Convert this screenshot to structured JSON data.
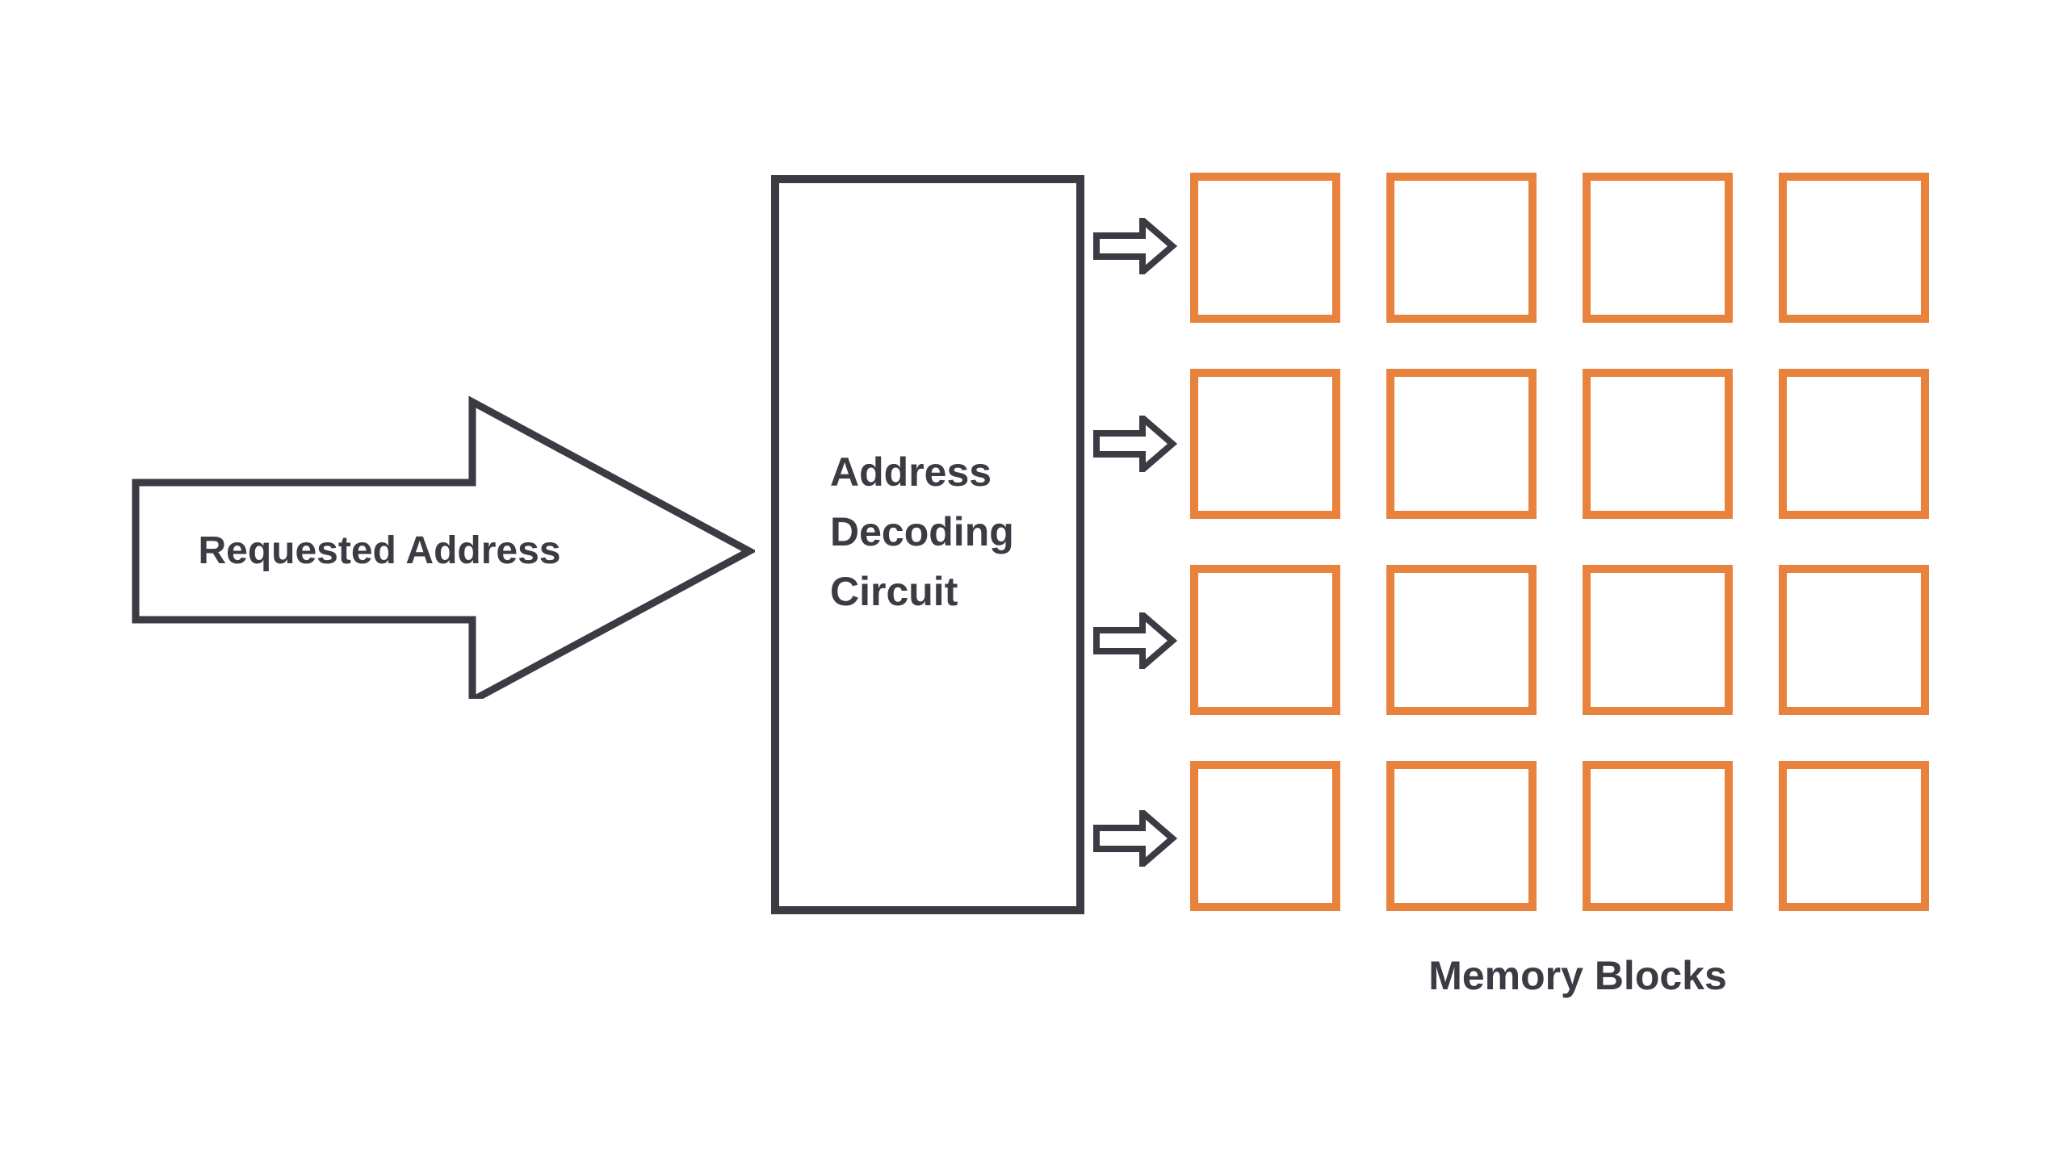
{
  "diagram": {
    "requested_address": {
      "label": "Requested Address"
    },
    "decoder": {
      "label_lines": [
        "Address",
        "Decoding",
        "Circuit"
      ]
    },
    "memory": {
      "label": "Memory Blocks",
      "rows": 4,
      "columns": 4,
      "total_blocks": 16
    },
    "row_arrow_count": 4,
    "colors": {
      "background": "#FFFFFF",
      "outline_dark": "#3B3B43",
      "memory_block_orange": "#E8823D",
      "shape_fill": "#FFFFFF"
    },
    "icons": {
      "flow_arrow": "right-block-arrow",
      "row_arrow": "right-outline-arrow"
    }
  }
}
